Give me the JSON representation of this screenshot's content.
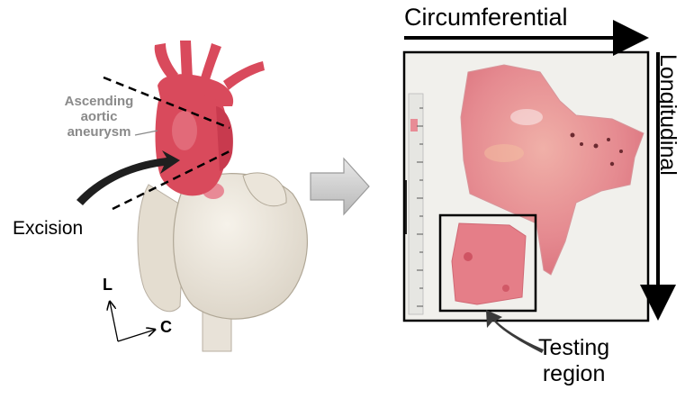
{
  "left_panel": {
    "aneurysm_label_lines": [
      "Ascending",
      "aortic",
      "aneurysm"
    ],
    "excision_label": "Excision",
    "axis_L_label": "L",
    "axis_C_label": "C"
  },
  "right_panel": {
    "circumferential_label": "Circumferential",
    "longitudinal_label": "Longitudinal",
    "testing_region_lines": [
      "Testing",
      "region"
    ]
  },
  "colors": {
    "aorta": "#d94a5c",
    "heart": "#ece6dc",
    "tissue": "#e59096",
    "frame": "#000000",
    "arrow_gray": "#cccccc"
  }
}
